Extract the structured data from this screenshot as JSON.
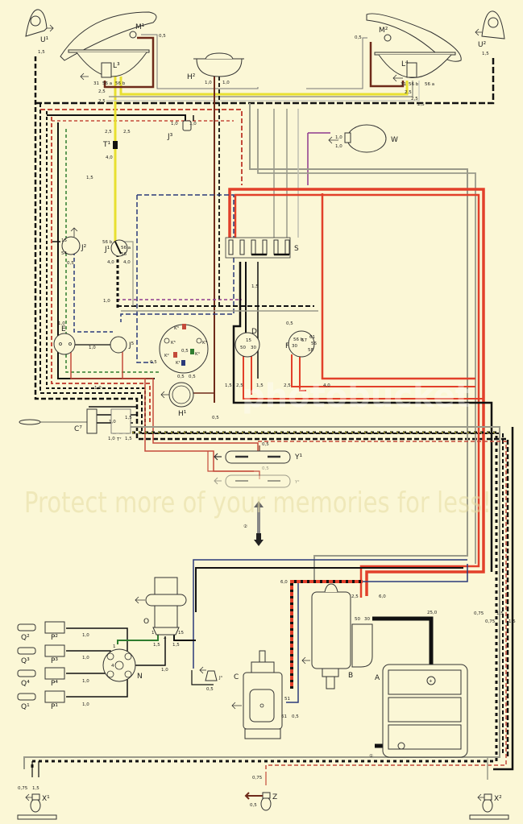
{
  "diagram": {
    "title": "Wiring Diagram",
    "watermark_top": "photobucket",
    "watermark_mid": "Protect more of your memories for less!",
    "colors": {
      "paper": "#fbf7d6",
      "black": "#111111",
      "red": "#e2402a",
      "brown": "#6e2a1a",
      "yellow": "#e8e030",
      "grey": "#9a9a8a",
      "blue": "#2a3a7a",
      "green": "#2f7d2f",
      "white": "#f4f4f0"
    },
    "components": {
      "U1": "U¹",
      "U2": "U²",
      "M1": "M¹",
      "M2": "M²",
      "L3": "L³",
      "L4": "L⁴",
      "H2": "H²",
      "H1": "H¹",
      "W": "W",
      "J3": "J³",
      "J2": "J²",
      "J1": "J¹",
      "J5": "J⁵",
      "J4": "J⁴",
      "T1": "T¹",
      "T7": "T⁷",
      "S": "S",
      "E": "E",
      "D": "D",
      "F": "F",
      "K1": "K¹",
      "K2": "K²",
      "K3": "K³",
      "K4": "K⁴",
      "K5": "K⁵",
      "K6": "K³",
      "C7": "C⁷",
      "Y1": "Y¹",
      "Y2": "Y²",
      "O": "O",
      "N": "N",
      "P1": "P¹",
      "P2": "P²",
      "P3": "P³",
      "P4": "P⁴",
      "Q1": "Q¹",
      "Q2": "Q²",
      "Q3": "Q³",
      "Q4": "Q⁴",
      "C": "C",
      "B": "B",
      "A": "A",
      "X1": "X¹",
      "X2": "X²",
      "Z": "Z",
      "ground1": "①",
      "ground2": "②"
    },
    "terminals": {
      "l3_31": "31",
      "l3_56a": "56 a",
      "l3_56b": "56 b",
      "l4_31": "31",
      "l4_56b": "56 b",
      "l4_56a": "56 a",
      "j2_15": "15",
      "j2_54": "54",
      "j1_56b": "56 b",
      "j1_56a": "56 a",
      "j1_56": "56",
      "d_15": "15",
      "d_50": "50",
      "d_30": "30",
      "f_56b": "56 b",
      "f_57": "57",
      "f_61": "61",
      "f_30": "30",
      "f_56": "56",
      "f_58": "58",
      "o_1": "1",
      "o_4": "4",
      "o_15": "15",
      "n_1": "1",
      "n_4": "4",
      "b_50": "50",
      "b_30": "30",
      "c_51": "51",
      "c_61": "61"
    },
    "gauges": {
      "u1": "1,5",
      "u2": "1,5",
      "m1": "0,5",
      "m2": "0,5",
      "l3_a": "2,5",
      "l3_b": "2,5",
      "l4_a": "2,5",
      "l4_b": "2,5",
      "l4_c": "2,5",
      "h2_a": "1,0",
      "h2_b": "1,0",
      "j3_a": "1,0",
      "j3_b": "1,0",
      "w_a": "1,0",
      "w_b": "1,0",
      "t1_a": "2,5",
      "t1_b": "2,5",
      "t1_c": "4,0",
      "top_15": "1,5",
      "j2": "0,5",
      "j1_a": "4,0",
      "j1_b": "4,0",
      "s_15": "1,5",
      "dash_10": "1,0",
      "e_10": "1,0",
      "e_10b": "1,0",
      "k_05a": "0,5",
      "k_05b": "0,5",
      "k_05c": "0,5",
      "k_05d": "0,5",
      "f_05": "0,5",
      "m_15a": "1,5",
      "m_25a": "2,5",
      "m_15b": "1,5",
      "m_25b": "2,5",
      "m_40": "4,0",
      "h1_05": "0,5",
      "c7_10": "1,0",
      "c7_10b": "1,0",
      "c7_10c": "1,0",
      "c7_15": "1,5",
      "c7_15b": "1,5",
      "y1": "0,5",
      "y2": "0,5",
      "ign_p2": "1,0",
      "ign_p3": "1,0",
      "ign_p4": "1,0",
      "ign_p1": "1,0",
      "ign_o1": "1,5",
      "ign_o15": "1,5",
      "ign_n4": "1,0",
      "j4": "0,5",
      "bat_60": "6,0",
      "bat_25": "2,5",
      "bat_60b": "6,0",
      "bat_250": "25,0",
      "c_05": "0,5",
      "rear_075a": "0,75",
      "rear_15a": "1,5",
      "rear_075b": "0,75",
      "rear_15b": "1,5",
      "x1_075": "0,75",
      "x1_15": "1,5",
      "z_075": "0,75",
      "z_05": "0,5"
    }
  }
}
